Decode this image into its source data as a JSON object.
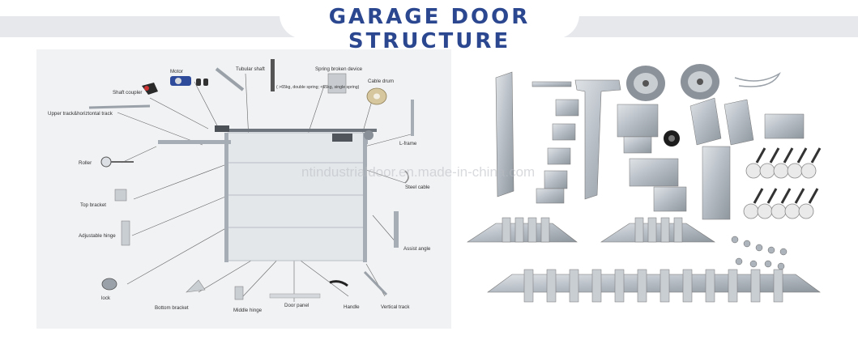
{
  "title": "GARAGE DOOR STRUCTURE",
  "watermark": "ntindustrialdoor.en.made-in-china.com",
  "parts": {
    "motor": "Motor",
    "tubular_shaft": "Tubular shaft",
    "spring_broken_device": "Spring broken device",
    "spring_note": "( >65kg, double spring; <65kg, single spring)",
    "shaft_coupler": "Shaft coupler",
    "cable_drum": "Cable drum",
    "upper_track": "Upper track&horiztontal track",
    "l_frame": "L-frame",
    "roller": "Roller",
    "steel_cable": "Steel cable",
    "top_bracket": "Top bracket",
    "adjustable_hinge": "Adjustable hinge",
    "assist_angle": "Assist angle",
    "lock": "lock",
    "bottom_bracket": "Bottom bracket",
    "middle_hinge": "Middle hinge",
    "door_panel": "Door panel",
    "handle": "Handle",
    "vertical_track": "Vertical track"
  },
  "colors": {
    "title": "#2b4790",
    "band": "#e6e8ec",
    "panel": "#f1f2f4",
    "metal": "#b9c0c8"
  }
}
